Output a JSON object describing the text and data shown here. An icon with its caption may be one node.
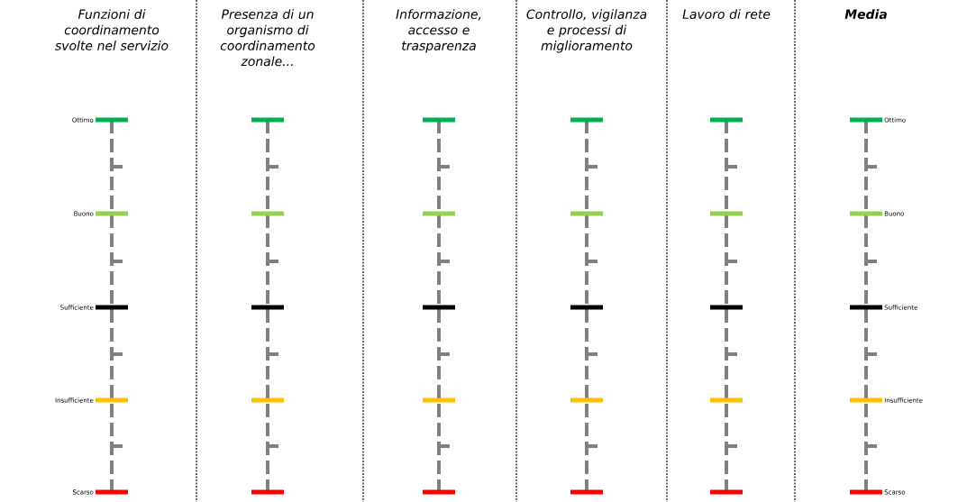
{
  "diagram": {
    "nodes": [
      {
        "text": [
          "Funzioni di coordinamento svolte nel servizio"
        ]
      },
      {
        "text": [
          "Presenza di un organismo di coordinamento zonale..."
        ]
      },
      {
        "text": [
          "Informazione, accesso e trasparenza"
        ]
      },
      {
        "text": [
          "Controllo, vigilanza e processi di miglioramento"
        ]
      },
      {
        "text": [
          "Lavoro di rete"
        ]
      },
      {
        "text": [
          "Media"
        ]
      }
    ],
    "labels": [
      "Ottimo",
      "Buono",
      "Sufficiente",
      "Insufficiente",
      "Scarso",
      "Ottimo",
      "Buono",
      "Sufficiente",
      "Insufficiente",
      "Scarso"
    ]
  }
}
